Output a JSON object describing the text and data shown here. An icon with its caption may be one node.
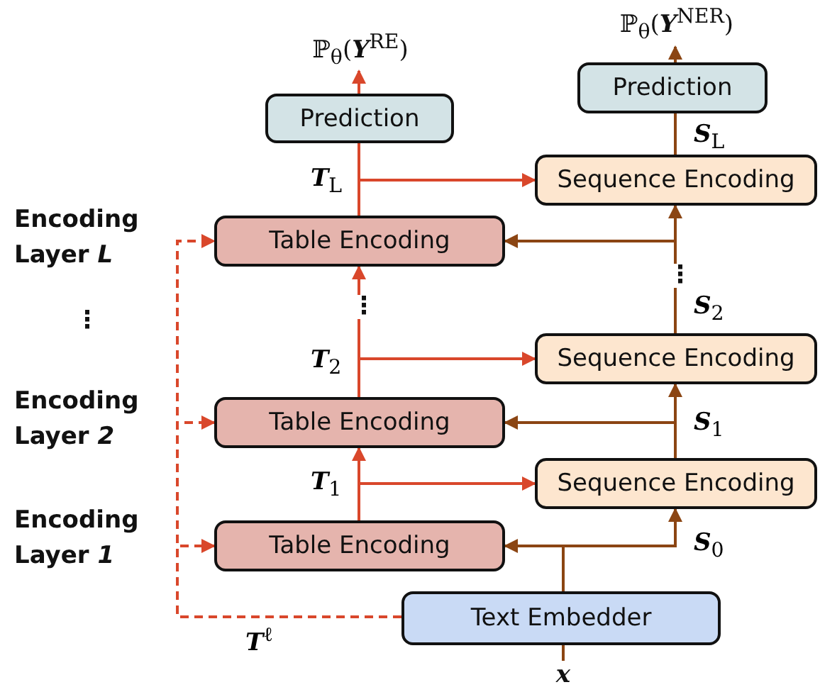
{
  "diagram": {
    "nodes": [
      {
        "text": [
          "Prediction"
        ]
      },
      {
        "text": [
          "Prediction"
        ]
      },
      {
        "text": [
          "Sequence Encoding"
        ]
      },
      {
        "text": [
          "Table Encoding"
        ]
      },
      {
        "text": [
          "Sequence Encoding"
        ]
      },
      {
        "text": [
          "Table Encoding"
        ]
      },
      {
        "text": [
          "Sequence Encoding"
        ]
      },
      {
        "text": [
          "Table Encoding"
        ]
      },
      {
        "text": [
          "Text Embedder"
        ]
      },
      {
        "text": [
          "ℙ$_{θ}$(**Y**$^{RE}$)"
        ]
      },
      {
        "text": [
          "ℙ$_{θ}$(**Y**$^{NER}$)"
        ]
      },
      {
        "text": [
          "**x**"
        ]
      }
    ],
    "edges": [
      {
        "from": 3,
        "to": 0,
        "arrow": "none",
        "label": "**T**$_{L}$",
        "color": "#d9472b"
      },
      {
        "from": 3,
        "to": 2,
        "arrow": "to",
        "color": "#d9472b"
      },
      {
        "from": 0,
        "to": 9,
        "arrow": "to",
        "color": "#d9472b"
      },
      {
        "from": 2,
        "to": 1,
        "arrow": "none",
        "label": "**S**$_{L}$",
        "color": "#8b4513"
      },
      {
        "from": 1,
        "to": 10,
        "arrow": "to",
        "color": "#8b4513"
      },
      {
        "from": 4,
        "to": 2,
        "arrow": "to",
        "label": "**S**$_{2}$",
        "color": "#8b4513"
      },
      {
        "from": 4,
        "to": 3,
        "arrow": "to",
        "color": "#8b4513"
      },
      {
        "from": 5,
        "to": 3,
        "arrow": "to",
        "label": "**T**$_{2}$",
        "color": "#d9472b"
      },
      {
        "from": 5,
        "to": 4,
        "arrow": "to",
        "color": "#d9472b"
      },
      {
        "from": 6,
        "to": 4,
        "arrow": "to",
        "label": "**S**$_{1}$",
        "color": "#8b4513"
      },
      {
        "from": 6,
        "to": 5,
        "arrow": "to",
        "color": "#8b4513"
      },
      {
        "from": 7,
        "to": 5,
        "arrow": "to",
        "label": "**T**$_{1}$",
        "color": "#d9472b"
      },
      {
        "from": 7,
        "to": 6,
        "arrow": "to",
        "color": "#d9472b"
      },
      {
        "from": 8,
        "to": 6,
        "arrow": "to",
        "label": "**S**$_{0}$",
        "color": "#8b4513"
      },
      {
        "from": 8,
        "to": 7,
        "arrow": "to",
        "color": "#8b4513"
      },
      {
        "from": 11,
        "to": 8,
        "arrow": "none",
        "color": "#8b4513"
      },
      {
        "from": 8,
        "to": 7,
        "arrow": "to",
        "style": "dashed",
        "label": "**T**$^{ℓ}$",
        "color": "#d9472b"
      },
      {
        "from": 8,
        "to": 5,
        "arrow": "to",
        "style": "dashed",
        "color": "#d9472b"
      },
      {
        "from": 8,
        "to": 3,
        "arrow": "to",
        "style": "dashed",
        "color": "#d9472b"
      }
    ],
    "labels": [
      "Encoding Layer *L*",
      "⋮",
      "⋮",
      "⋮",
      "Encoding Layer *2*",
      "Encoding Layer *1*"
    ]
  }
}
